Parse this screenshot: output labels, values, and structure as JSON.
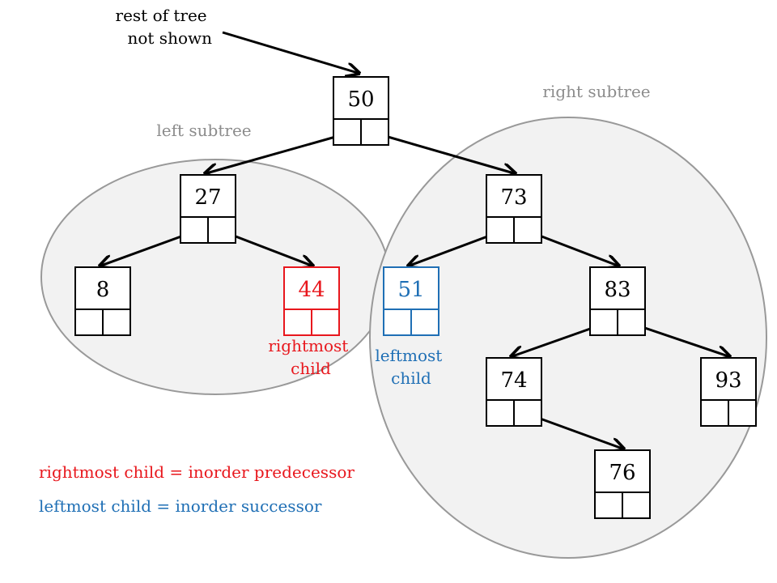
{
  "header_note": [
    "rest of tree",
    "not shown"
  ],
  "regions": {
    "left_label": "left subtree",
    "right_label": "right subtree"
  },
  "nodes": [
    {
      "id": "n50",
      "value": "50",
      "role": "root"
    },
    {
      "id": "n27",
      "value": "27",
      "role": "left-child-of-root"
    },
    {
      "id": "n73",
      "value": "73",
      "role": "right-child-of-root"
    },
    {
      "id": "n8",
      "value": "8",
      "role": "normal"
    },
    {
      "id": "n44",
      "value": "44",
      "role": "rightmost-child"
    },
    {
      "id": "n51",
      "value": "51",
      "role": "leftmost-child"
    },
    {
      "id": "n83",
      "value": "83",
      "role": "normal"
    },
    {
      "id": "n74",
      "value": "74",
      "role": "normal"
    },
    {
      "id": "n93",
      "value": "93",
      "role": "normal"
    },
    {
      "id": "n76",
      "value": "76",
      "role": "normal"
    }
  ],
  "edges": [
    [
      "n50",
      "n27"
    ],
    [
      "n50",
      "n73"
    ],
    [
      "n27",
      "n8"
    ],
    [
      "n27",
      "n44"
    ],
    [
      "n73",
      "n51"
    ],
    [
      "n73",
      "n83"
    ],
    [
      "n83",
      "n74"
    ],
    [
      "n83",
      "n93"
    ],
    [
      "n74",
      "n76"
    ]
  ],
  "node_labels": {
    "rightmost": [
      "rightmost",
      "child"
    ],
    "leftmost": [
      "leftmost",
      "child"
    ]
  },
  "legend": {
    "predecessor": "rightmost child = inorder predecessor",
    "successor": "leftmost child = inorder successor"
  },
  "colors": {
    "predecessor": "#e8171d",
    "successor": "#1f6fb5",
    "region_fill": "#f2f2f2",
    "region_stroke": "#999999",
    "region_label": "#8c8c8c",
    "line": "#000000"
  }
}
